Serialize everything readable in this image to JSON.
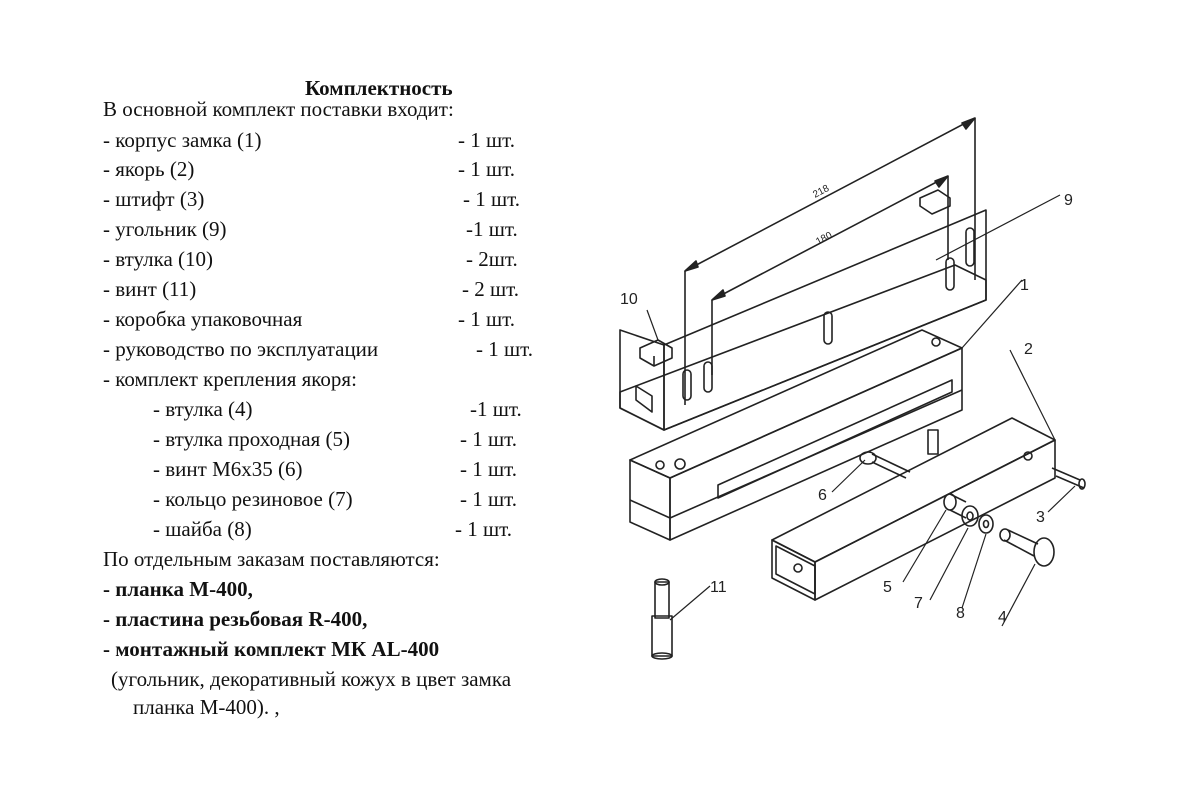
{
  "doc": {
    "title": "Комплектность",
    "intro": "В основной комплект поставки входит:",
    "items": [
      {
        "name": "- корпус замка (1)",
        "qty": "- 1 шт."
      },
      {
        "name": "- якорь (2)",
        "qty": "- 1 шт."
      },
      {
        "name": "- штифт (3)",
        "qty": "- 1 шт."
      },
      {
        "name": "- угольник (9)",
        "qty": "-1 шт."
      },
      {
        "name": "- втулка (10)",
        "qty": "- 2шт."
      },
      {
        "name": "- винт (11)",
        "qty": "- 2 шт."
      },
      {
        "name": "- коробка упаковочная",
        "qty": "- 1 шт."
      },
      {
        "name": "- руководство по эксплуатации",
        "qty": "- 1 шт."
      },
      {
        "name": "- комплект крепления якоря:",
        "qty": ""
      }
    ],
    "subitems": [
      {
        "name": "- втулка (4)",
        "qty": "-1 шт."
      },
      {
        "name": "- втулка проходная (5)",
        "qty": "- 1 шт."
      },
      {
        "name": "- винт М6х35  (6)",
        "qty": "- 1 шт."
      },
      {
        "name": "- кольцо резиновое (7)",
        "qty": "- 1 шт."
      },
      {
        "name": "- шайба (8)",
        "qty": "- 1 шт."
      }
    ],
    "separate_heading": "По отдельным заказам поставляются:",
    "separate_items": [
      "- планка М-400,",
      "- пластина резьбовая R-400,",
      "- монтажный комплект МК AL-400"
    ],
    "note_line1": "(угольник, декоративный кожух в цвет замка",
    "note_line2": "планка М-400). ,"
  },
  "diagram": {
    "dim_outer": "218",
    "dim_inner": "180",
    "labels": [
      "1",
      "2",
      "3",
      "4",
      "5",
      "6",
      "7",
      "8",
      "9",
      "10",
      "11"
    ]
  }
}
